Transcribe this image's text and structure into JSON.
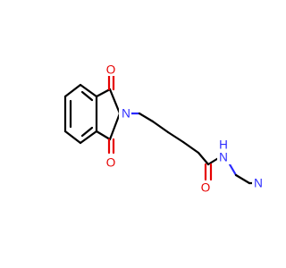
{
  "molecule": {
    "atoms": {
      "o_top": "O",
      "n_imide": "N",
      "o_bottom": "O",
      "n_amide": "N",
      "h_amide": "H",
      "o_amide": "O",
      "n_nitrile": "N"
    }
  },
  "colors": {
    "carbon": "#000000",
    "oxygen": "#e60000",
    "nitrogen": "#2a2aff",
    "background": "#ffffff"
  }
}
